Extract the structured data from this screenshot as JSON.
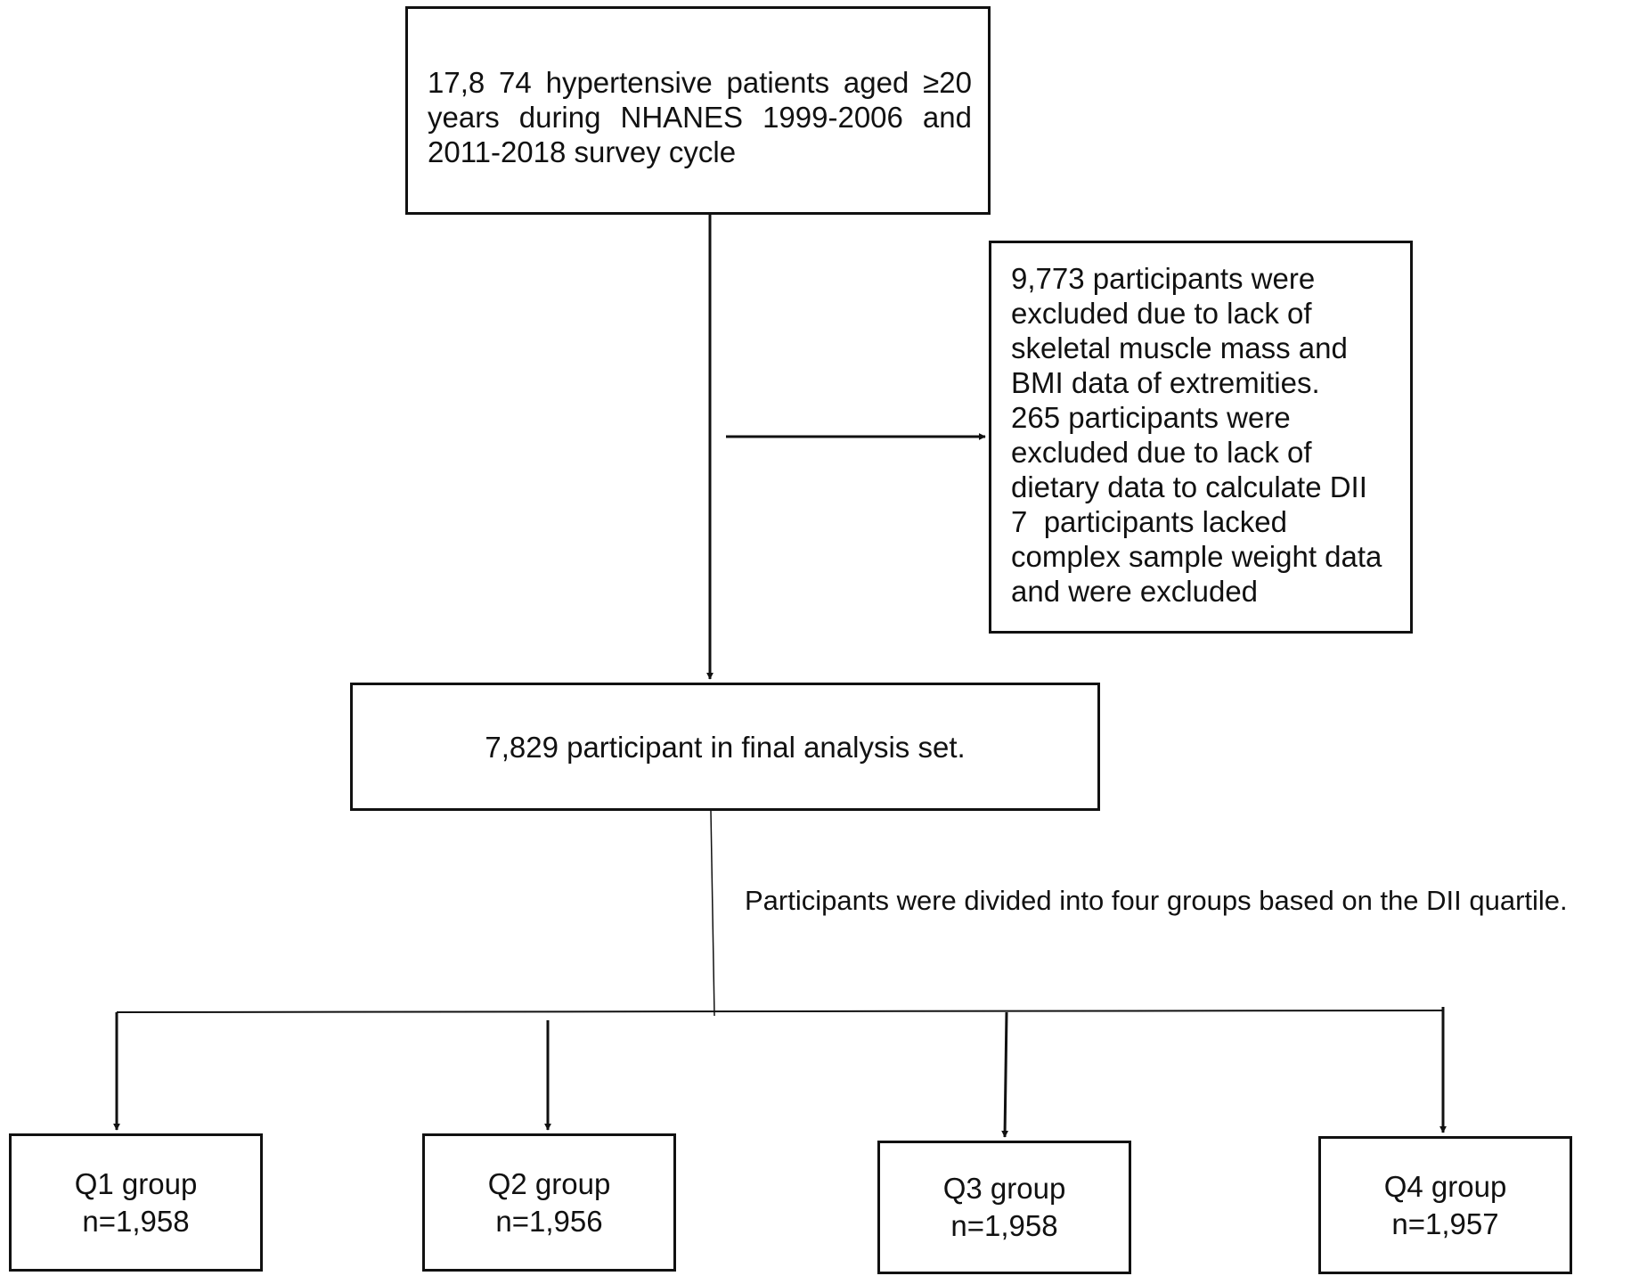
{
  "flowchart": {
    "initial": {
      "text": "17,8 74 hypertensive patients aged ≥20 years during NHANES 1999-2006 and 2011-2018 survey cycle"
    },
    "exclusion": {
      "lines": [
        "9,773 participants were",
        "excluded due to lack of",
        "skeletal muscle mass and",
        "BMI data of extremities.",
        "265 participants were",
        "excluded due to lack of",
        "dietary data to calculate DII",
        "7  participants lacked",
        "complex sample weight data",
        "and were excluded"
      ]
    },
    "final": {
      "text": "7,829 participant in final analysis set."
    },
    "split_label": "Participants were divided into four groups based on the DII quartile.",
    "groups": [
      {
        "name": "Q1 group",
        "count": "n=1,958"
      },
      {
        "name": "Q2 group",
        "count": "n=1,956"
      },
      {
        "name": "Q3 group",
        "count": "n=1,958"
      },
      {
        "name": "Q4 group",
        "count": "n=1,957"
      }
    ]
  }
}
